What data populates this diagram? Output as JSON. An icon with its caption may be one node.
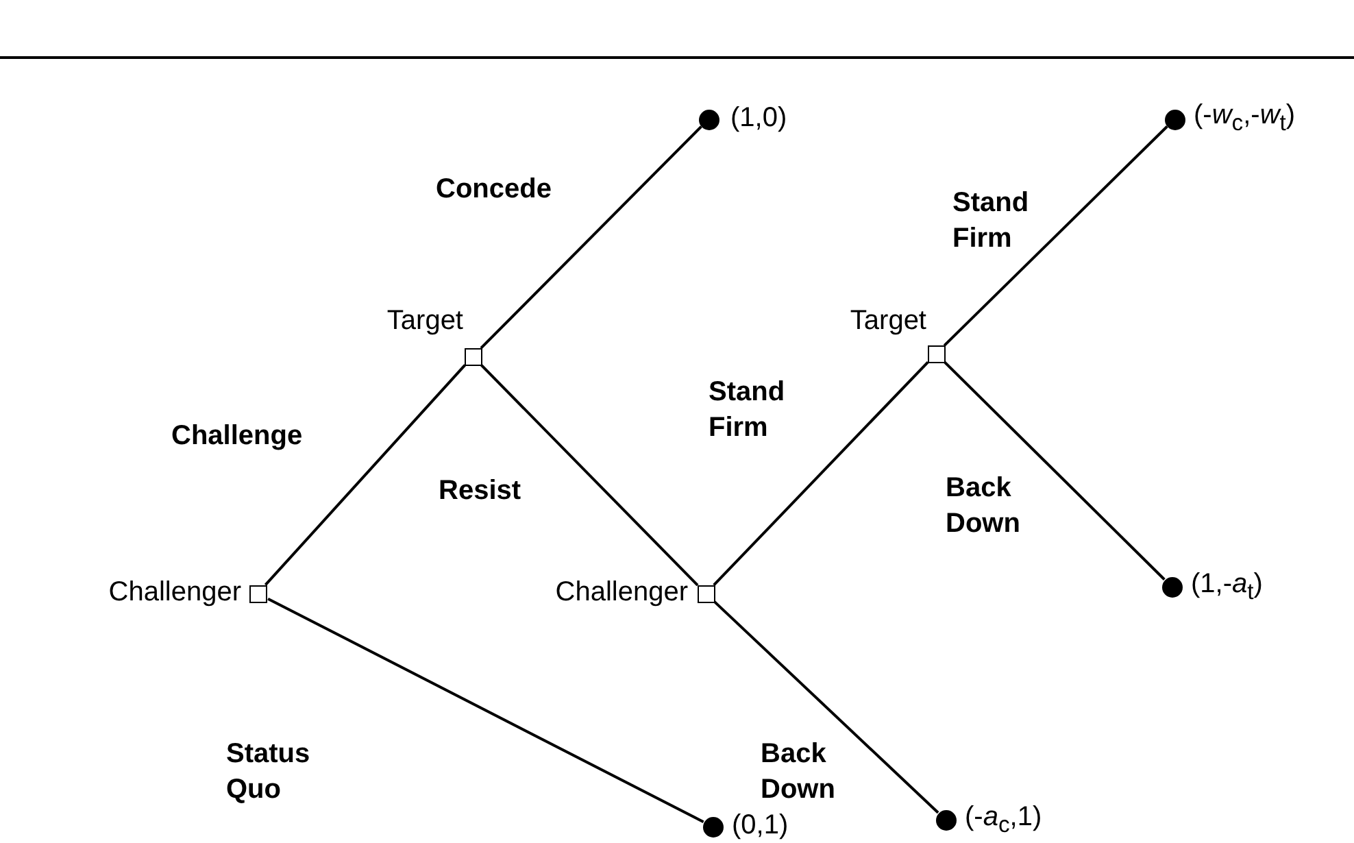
{
  "diagram": {
    "nodes": [
      {
        "text": [
          "Challenger"
        ]
      },
      {
        "text": [
          "Target"
        ]
      },
      {
        "text": [
          "(0,1)"
        ]
      },
      {
        "text": [
          "(1,0)"
        ]
      },
      {
        "text": [
          "Challenger"
        ]
      },
      {
        "text": [
          "Target"
        ]
      },
      {
        "text": [
          "(-*a*$_{c}$,1)"
        ]
      },
      {
        "text": [
          "(-*w*$_{c}$,-*w*$_{t}$)"
        ]
      },
      {
        "text": [
          "(1,-*a*$_{t}$)"
        ]
      }
    ],
    "edges": [
      {
        "from": 0,
        "to": 1,
        "arrow": "none",
        "label": "Challenge"
      },
      {
        "from": 0,
        "to": 2,
        "arrow": "none",
        "label": "Status Quo"
      },
      {
        "from": 1,
        "to": 3,
        "arrow": "none",
        "label": "Concede"
      },
      {
        "from": 1,
        "to": 4,
        "arrow": "none",
        "label": "Resist"
      },
      {
        "from": 4,
        "to": 5,
        "arrow": "none",
        "label": "Stand Firm"
      },
      {
        "from": 4,
        "to": 6,
        "arrow": "none",
        "label": "Back Down"
      },
      {
        "from": 5,
        "to": 7,
        "arrow": "none",
        "label": "Stand Firm"
      },
      {
        "from": 5,
        "to": 8,
        "arrow": "none",
        "label": "Back Down"
      }
    ]
  }
}
